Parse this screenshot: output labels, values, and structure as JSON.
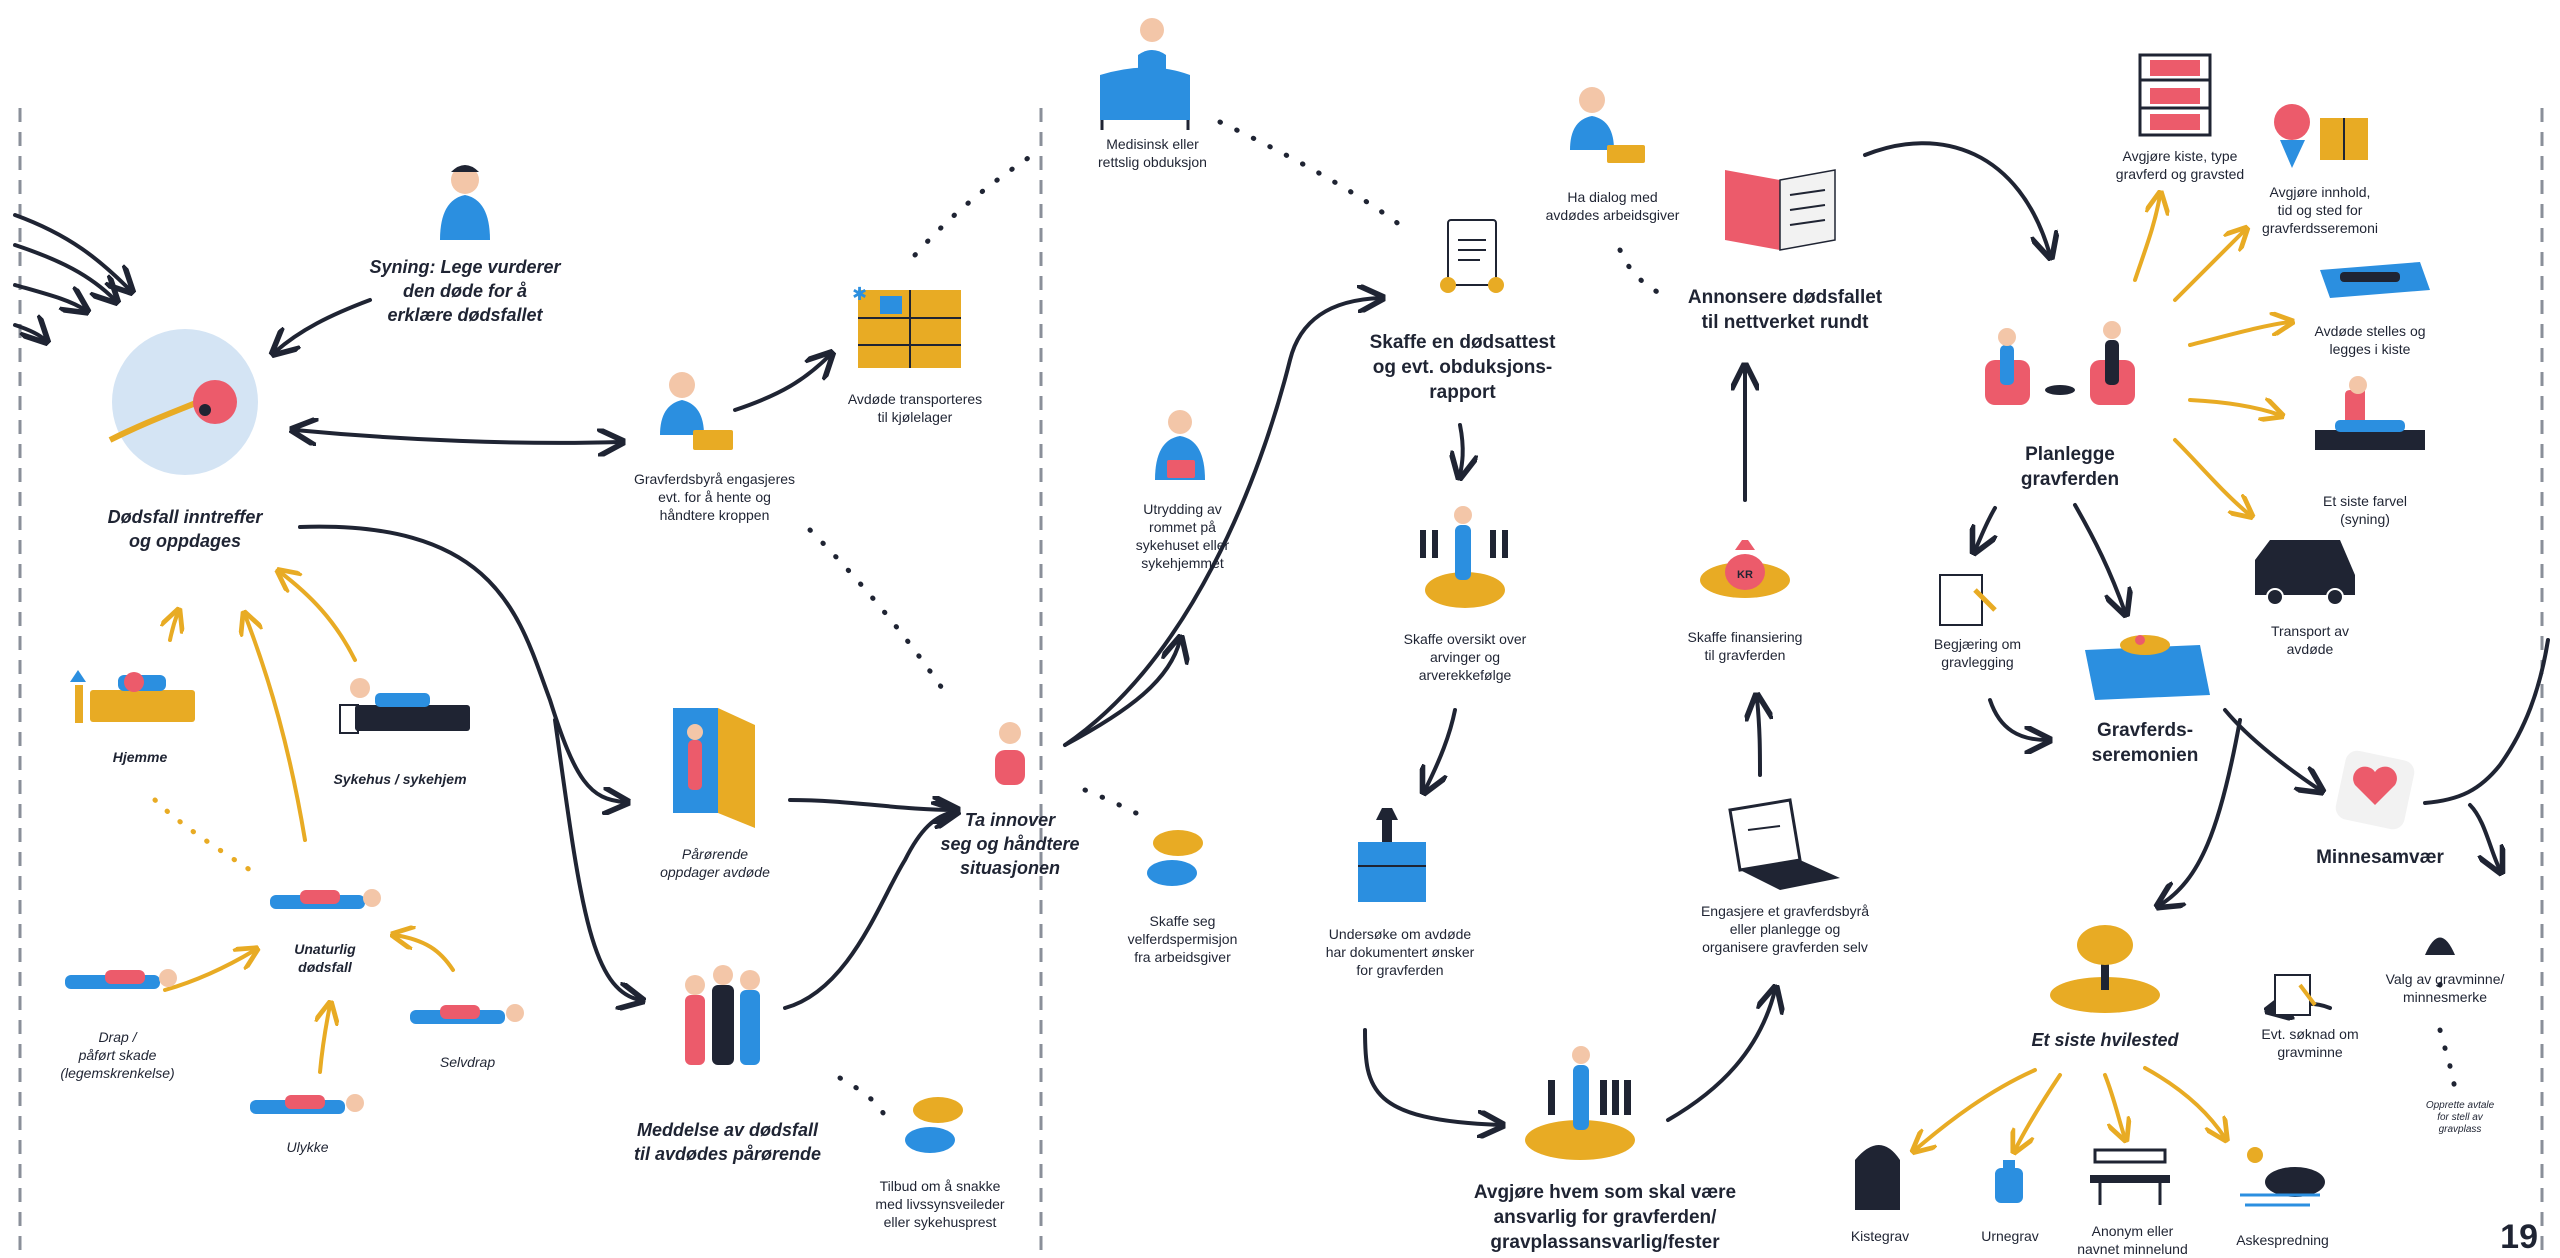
{
  "page_number": "19",
  "colors": {
    "ink": "#1f2433",
    "blue": "#2b8fe0",
    "yellow": "#e8ab24",
    "red": "#ec5b6b",
    "pale_blue": "#d4e4f4"
  },
  "labels": {
    "syning": "Syning: Lege vurderer\nden døde for å\nerklære dødsfallet",
    "dodsfall": "Dødsfall inntreffer\nog oppdages",
    "hjemme": "Hjemme",
    "sykehus": "Sykehus / sykehjem",
    "unaturlig": "Unaturlig\ndødsfall",
    "drap": "Drap /\npåført skade\n(legemskrenkelse)",
    "selvdrap": "Selvdrap",
    "ulykke": "Ulykke",
    "gravferdsbyra": "Gravferdsbyrå engasjeres\nevt. for å hente og\nhåndtere kroppen",
    "transporteres": "Avdøde transporteres\ntil kjølelager",
    "parorende_oppdager": "Pårørende\noppdager avdøde",
    "meddelelse": "Meddelse av dødsfall\ntil avdødes pårørende",
    "innover": "Ta innover\nseg og håndtere\nsituasjonen",
    "tilbud": "Tilbud om å snakke\nmed livssynsveileder\neller sykehusprest",
    "obduksjon": "Medisinsk eller\nrettslig obduksjon",
    "utrydding": "Utrydding av\nrommet på\nsykehuset eller\nsykehjemmet",
    "velferd": "Skaffe seg\nvelferdspermisjon\nfra arbeidsgiver",
    "dodsattest": "Skaffe en dødsattest\nog evt. obduksjons-\nrapport",
    "arvinger": "Skaffe oversikt over\narvinger og\narverekkefølge",
    "undersoke": "Undersøke om avdøde\nhar dokumentert ønsker\nfor gravferden",
    "avgjore_ansvarlig": "Avgjøre hvem som skal være\nansvarlig for gravferden/\ngravplassansvarlig/fester",
    "dialog": "Ha dialog med\navdødes arbeidsgiver",
    "annonsere": "Annonsere dødsfallet\ntil nettverket rundt",
    "finansiering": "Skaffe finansiering\ntil gravferden",
    "engasjere": "Engasjere et gravferdsbyrå\neller planlegge og\norganisere gravferden selv",
    "kiste": "Avgjøre kiste, type\ngravferd og gravsted",
    "innhold": "Avgjøre innhold,\ntid og sted for\ngravferdsseremoni",
    "stelles": "Avdøde stelles og\nlegges i kiste",
    "farvel": "Et siste farvel\n(syning)",
    "transport": "Transport av\navdøde",
    "planlegge": "Planlegge\ngravferden",
    "begjaering": "Begjæring om\ngravlegging",
    "seremonien": "Gravferds-\nseremonien",
    "minnesamvaer": "Minnesamvær",
    "hvilested": "Et siste hvilested",
    "soknad": "Evt. søknad om\ngravminne",
    "valg": "Valg av gravminne/\nminnesmerke",
    "opprette": "Opprette avtale\nfor stell av\ngravplass",
    "kistegrav": "Kistegrav",
    "urnegrav": "Urnegrav",
    "anonym": "Anonym eller\nnavnet minnelund",
    "askespredning": "Askespredning",
    "kr": "KR"
  }
}
